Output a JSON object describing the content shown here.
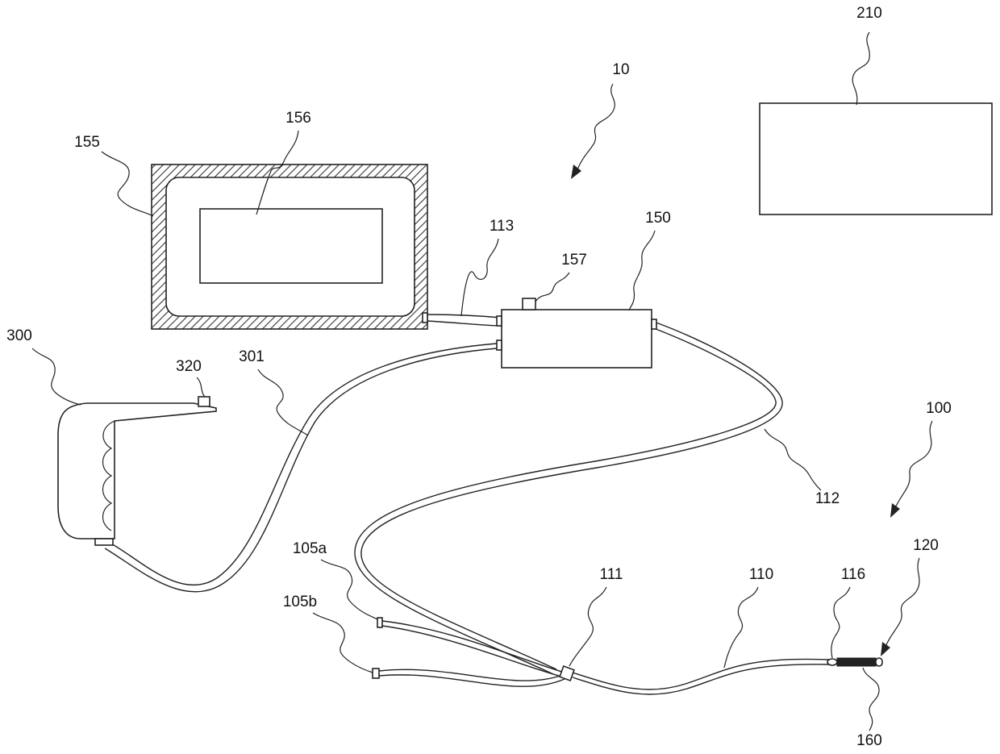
{
  "figure": {
    "labels": {
      "system": "10",
      "external_box": "210",
      "display_frame": "155",
      "display_screen": "156",
      "tube_113": "113",
      "control_unit": "150",
      "port": "157",
      "handle_unit": "300",
      "trigger": "320",
      "cable_301": "301",
      "tube_112": "112",
      "catheter_assembly": "100",
      "connector_105a": "105a",
      "connector_105b": "105b",
      "junction": "111",
      "catheter_110": "110",
      "joint": "116",
      "tip": "120",
      "coil": "160"
    },
    "colors": {
      "line": "#222222",
      "hatch": "#333333",
      "background": "#ffffff"
    }
  }
}
